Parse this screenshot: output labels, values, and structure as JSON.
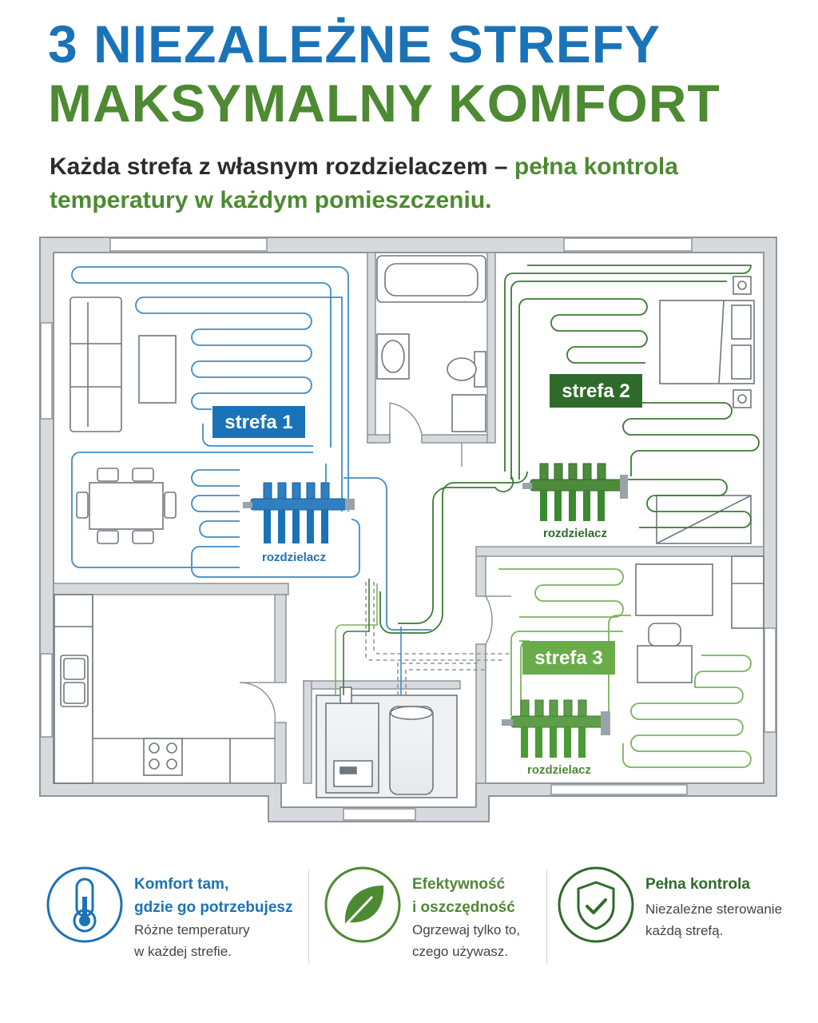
{
  "header": {
    "line1": "3 NIEZALEŻNE STREFY",
    "line2": "MAKSYMALNY KOMFORT",
    "subtitle_dark": "Każda strefa z własnym rozdzielaczem – ",
    "subtitle_green": "pełna kontrola temperatury w każdym pomieszczeniu."
  },
  "zones": {
    "zone1": {
      "label": "strefa 1",
      "color": "#1a73b8"
    },
    "zone2": {
      "label": "strefa 2",
      "color": "#2e6b2a"
    },
    "zone3": {
      "label": "strefa 3",
      "color": "#6aab4a"
    }
  },
  "manifolds": {
    "m1": "rozdzielacz",
    "m2": "rozdzielacz",
    "m3": "rozdzielacz"
  },
  "features": [
    {
      "icon": "thermometer-icon",
      "title": "Komfort tam,\ngdzie go potrzebujesz",
      "desc": "Różne temperatury\nw każdej strefie.",
      "color": "#1a73b8"
    },
    {
      "icon": "leaf-icon",
      "title": "Efektywność\ni oszczędność",
      "desc": "Ogrzewaj tylko to,\nczego używasz.",
      "color": "#4d8a32"
    },
    {
      "icon": "shield-check-icon",
      "title": "Pełna kontrola",
      "desc": "Niezależne sterowanie\nkażdą strefą.",
      "color": "#2e6b2a"
    }
  ]
}
